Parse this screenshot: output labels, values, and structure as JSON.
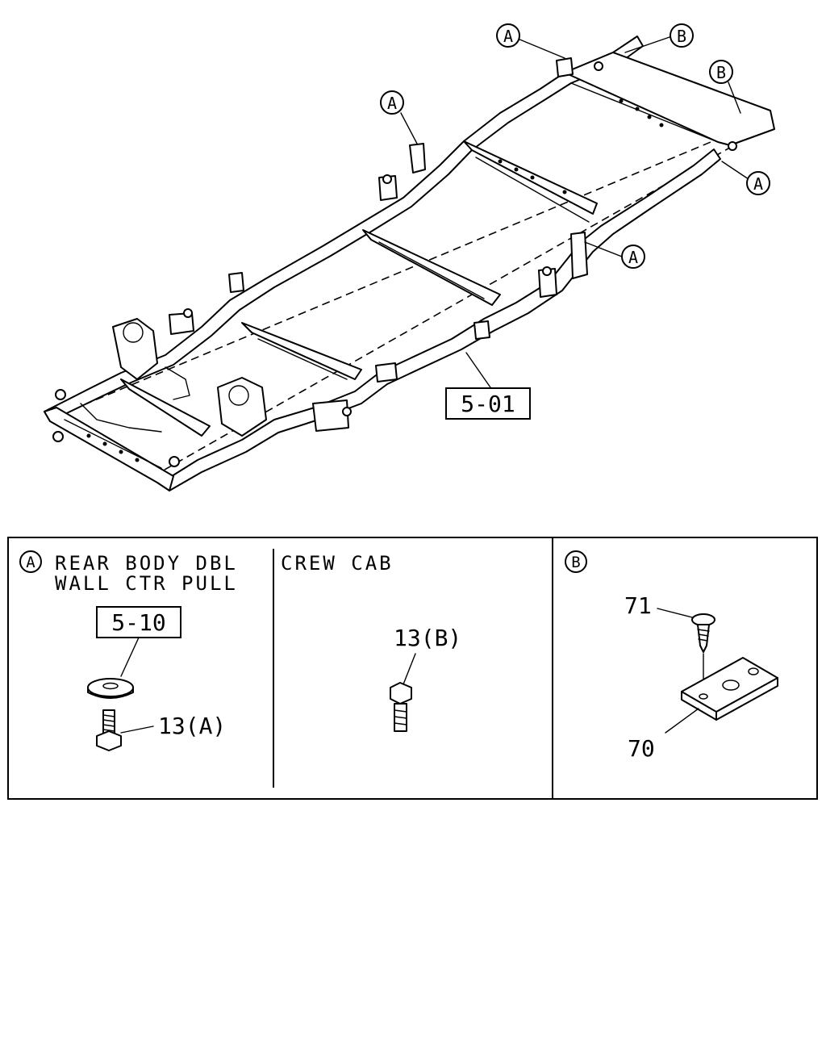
{
  "callouts": {
    "a_label": "A",
    "b_label": "B",
    "frame_ref": "5-01"
  },
  "detail_a": {
    "marker": "A",
    "title_line1": "REAR BODY DBL",
    "title_line2": "WALL CTR PULL",
    "ref_box": "5-10",
    "part_label": "13(A)"
  },
  "detail_crew": {
    "title": "CREW CAB",
    "part_label": "13(B)"
  },
  "detail_b": {
    "marker": "B",
    "screw_label": "71",
    "plate_label": "70"
  }
}
